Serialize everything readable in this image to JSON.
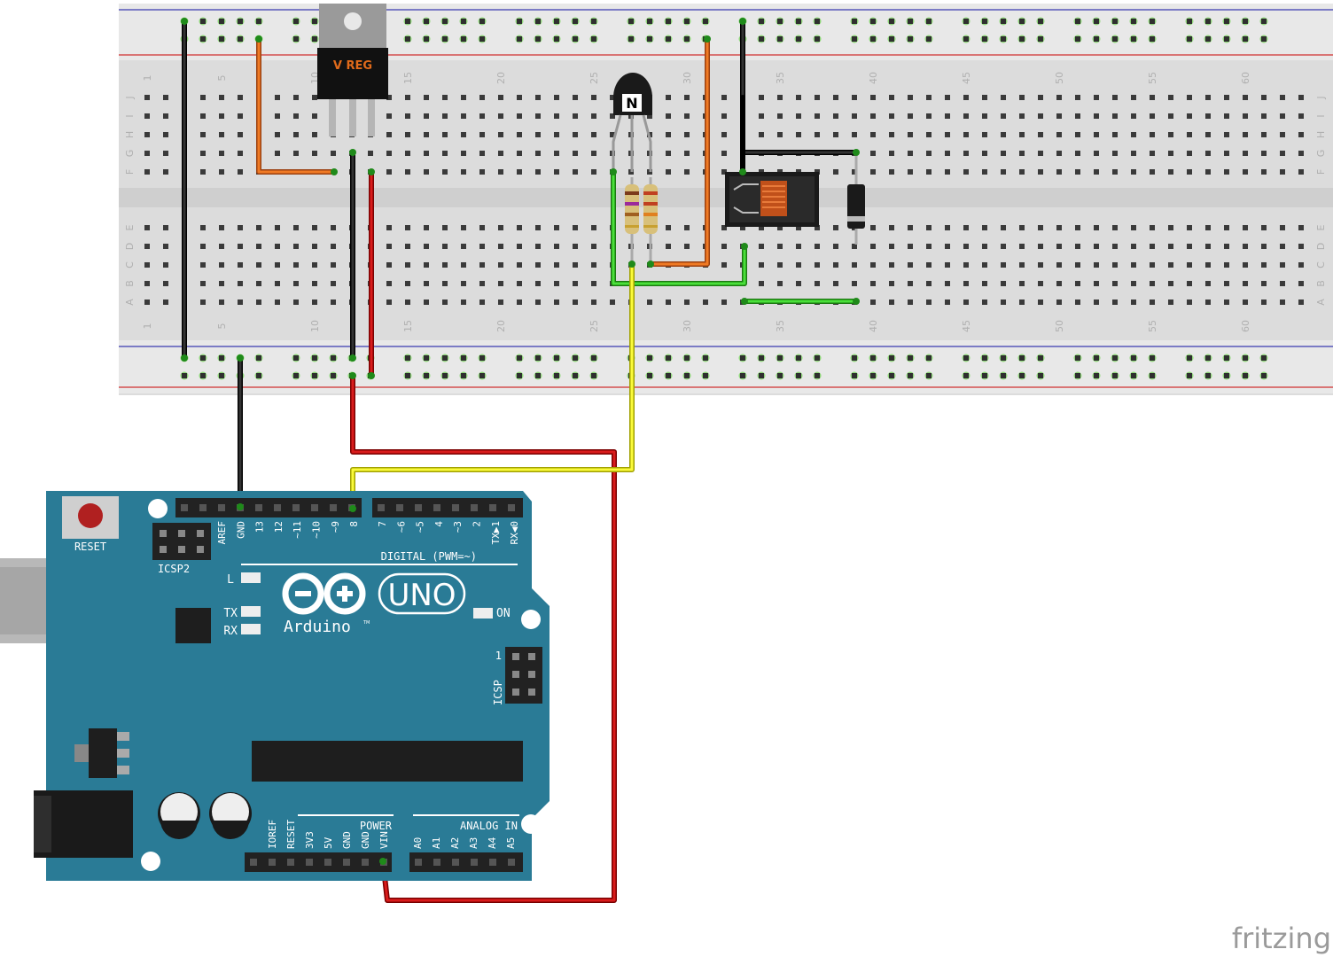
{
  "watermark": "fritzing",
  "breadboard": {
    "column_label_numbers": [
      "1",
      "5",
      "10",
      "15",
      "20",
      "25",
      "30",
      "35",
      "40",
      "45",
      "50",
      "55",
      "60"
    ],
    "row_letters_top": [
      "J",
      "I",
      "H",
      "G",
      "F"
    ],
    "row_letters_bottom": [
      "E",
      "D",
      "C",
      "B",
      "A"
    ]
  },
  "components": {
    "regulator_label": "V REG",
    "transistor_label": "N"
  },
  "arduino": {
    "reset_label": "RESET",
    "icsp2_label": "ICSP2",
    "icsp_label": "ICSP",
    "icsp_pin1": "1",
    "digital_label": "DIGITAL (PWM=~)",
    "power_label": "POWER",
    "analog_label": "ANALOG IN",
    "brand": "Arduino",
    "model": "UNO",
    "tm": "TM",
    "led_l": "L",
    "led_tx": "TX",
    "led_rx": "RX",
    "led_on": "ON",
    "digital_pins_a": [
      "AREF",
      "GND",
      "13",
      "12",
      "~11",
      "~10",
      "~9",
      "8"
    ],
    "digital_pins_b": [
      "7",
      "~6",
      "~5",
      "4",
      "~3",
      "2",
      "TX▶1",
      "RX◀0"
    ],
    "power_pins": [
      "IOREF",
      "RESET",
      "3V3",
      "5V",
      "GND",
      "GND",
      "VIN"
    ],
    "analog_pins": [
      "A0",
      "A1",
      "A2",
      "A3",
      "A4",
      "A5"
    ]
  },
  "colors": {
    "board": "#2a7b96",
    "breadboard": "#dcdcdc",
    "wire_black": "#1a1a1a",
    "wire_red": "#c51818",
    "wire_orange": "#e06a1a",
    "wire_green": "#2fc21f",
    "wire_yellow": "#f0f020"
  }
}
